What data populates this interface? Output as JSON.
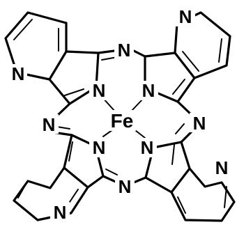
{
  "diagram": {
    "type": "chemical-structure",
    "colors": {
      "ink": "#000000",
      "background": "#ffffff"
    },
    "central_atom": {
      "symbol": "Fe"
    },
    "atoms": {
      "n_pyridine_top_left": "N",
      "n_pyridine_top_right": "N",
      "n_pyridine_bottom_left": "N",
      "n_pyridine_bottom_right": "N",
      "n_meso_top": "N",
      "n_meso_left": "N",
      "n_meso_right": "N",
      "n_meso_bottom": "N",
      "n_pyrrole_top_left": "N",
      "n_pyrrole_top_right": "N",
      "n_pyrrole_bottom_left": "N",
      "n_pyrrole_bottom_right": "N"
    }
  }
}
